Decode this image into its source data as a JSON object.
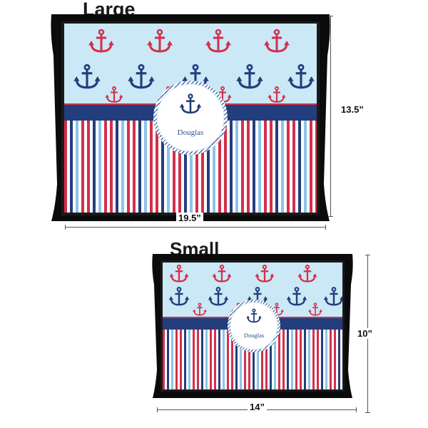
{
  "large": {
    "title": "Large",
    "height_label": "13.5”",
    "width_label": "19.5”",
    "monogram": "Douglas"
  },
  "small": {
    "title": "Small",
    "height_label": "10”",
    "width_label": "14”",
    "monogram": "Douglas"
  },
  "colors": {
    "tray": "#0b0b0b",
    "sky": "#cbe8f6",
    "navy": "#223e7c",
    "red": "#d2304a",
    "white": "#ffffff",
    "text_blue": "#2c4f8e"
  },
  "icons": [
    "anchor-icon"
  ]
}
